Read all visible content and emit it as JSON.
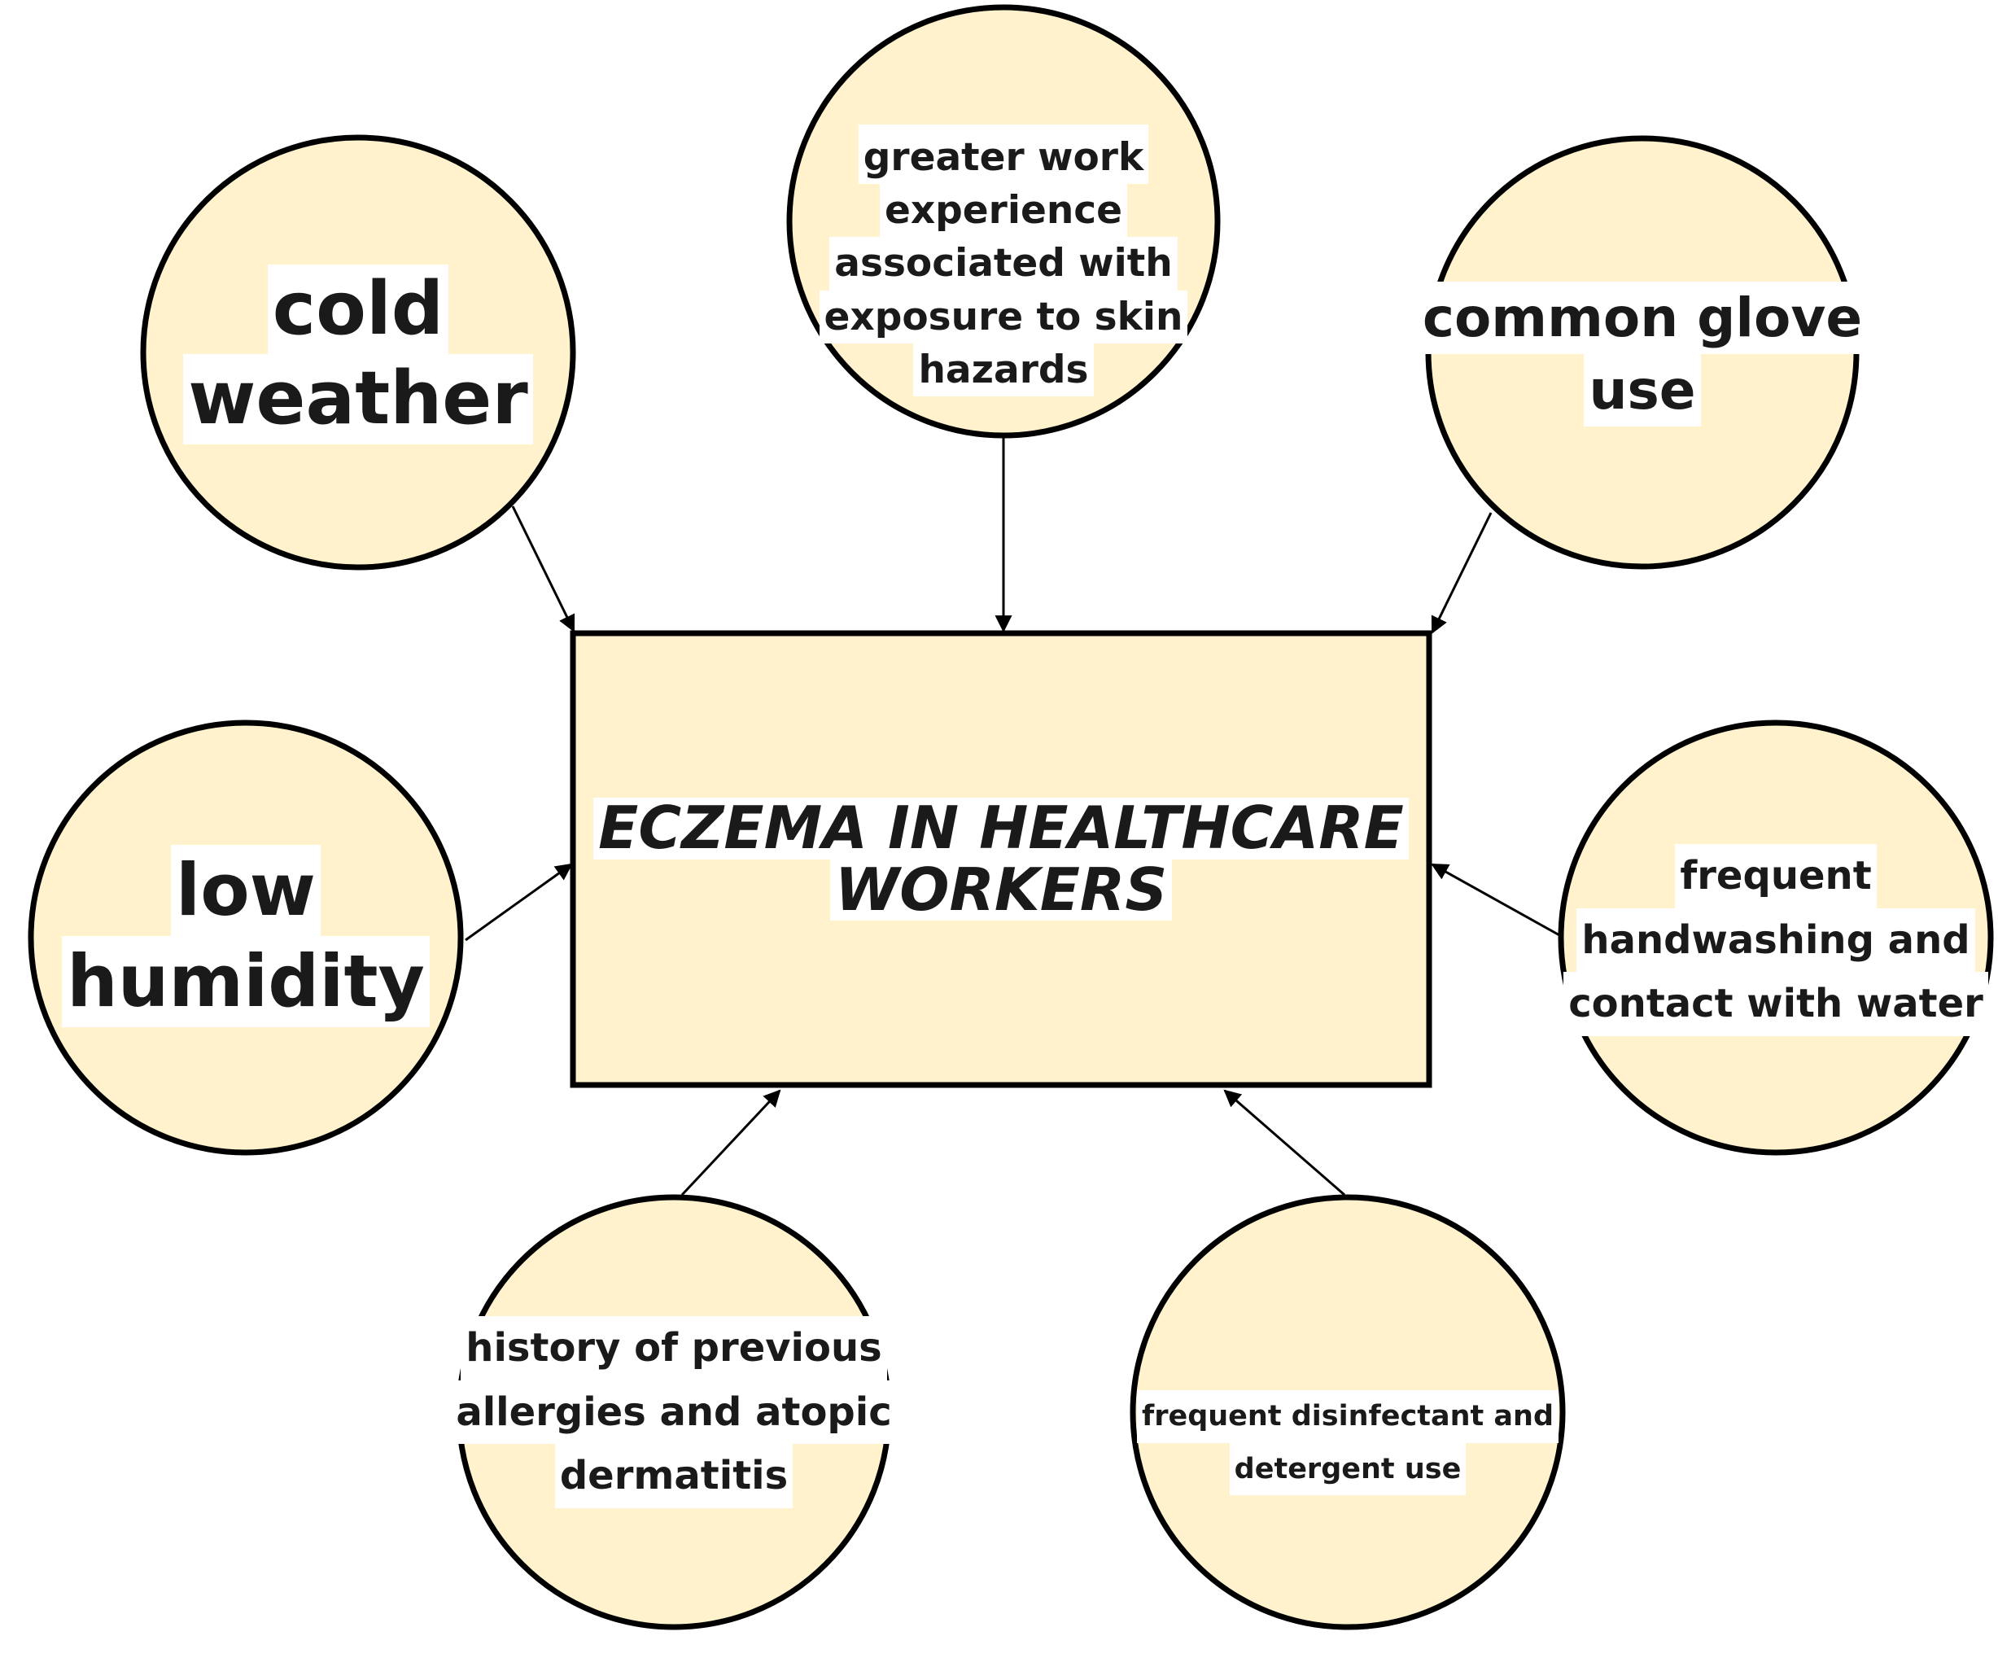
{
  "colors": {
    "fill": "#fff2cc",
    "stroke": "#000000",
    "label_bg": "#ffffff",
    "text": "#1a1a1a"
  },
  "center": {
    "lines": [
      "ECZEMA IN HEALTHCARE",
      "WORKERS"
    ]
  },
  "factors": [
    {
      "id": "cold-weather",
      "lines": [
        "cold",
        "weather"
      ]
    },
    {
      "id": "greater-work-experience",
      "lines": [
        "greater work",
        "experience",
        "associated with",
        "exposure to skin",
        "hazards"
      ]
    },
    {
      "id": "common-glove-use",
      "lines": [
        "common glove",
        "use"
      ]
    },
    {
      "id": "low-humidity",
      "lines": [
        "low",
        "humidity"
      ]
    },
    {
      "id": "frequent-handwashing",
      "lines": [
        "frequent",
        "handwashing and",
        "contact with water"
      ]
    },
    {
      "id": "history-of-allergies",
      "lines": [
        "history of previous",
        "allergies and atopic",
        "dermatitis"
      ]
    },
    {
      "id": "disinfectant-detergent-use",
      "lines": [
        "frequent disinfectant and",
        "detergent use"
      ]
    }
  ]
}
